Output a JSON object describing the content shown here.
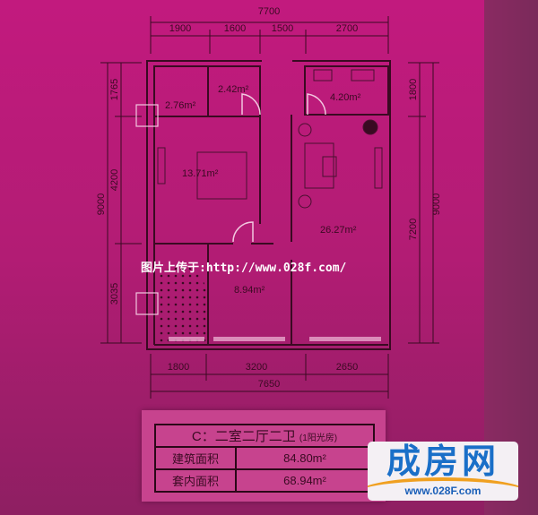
{
  "plan": {
    "top_total": "7700",
    "top_segments": [
      "1900",
      "1600",
      "1500",
      "2700"
    ],
    "bottom_total": "7650",
    "bottom_segments": [
      "1800",
      "3200",
      "2650"
    ],
    "left_total": "9000",
    "left_segments": [
      "1765",
      "4200",
      "3035"
    ],
    "right_total": "9000",
    "right_segments": [
      "1800",
      "7200"
    ],
    "rooms": {
      "bath1": "2.76m²",
      "bath2": "2.42m²",
      "kitchen": "4.20m²",
      "bedroom": "13.71m²",
      "living": "26.27m²",
      "middle": "8.94m²"
    }
  },
  "summary": {
    "title": "C：二室二厅二卫",
    "title_note": "(1阳光房)",
    "rows": [
      {
        "label": "建筑面积",
        "value": "84.80m²"
      },
      {
        "label": "套内面积",
        "value": "68.94m²"
      }
    ]
  },
  "watermark": "图片上传于:http://www.028f.com/",
  "logo": {
    "name": "成房网",
    "url": "www.028F.com"
  },
  "colors": {
    "background": "#b81c78",
    "lines": "#3a0a22",
    "logo_blue": "#1a6fc8",
    "logo_orange": "#f0a020"
  }
}
